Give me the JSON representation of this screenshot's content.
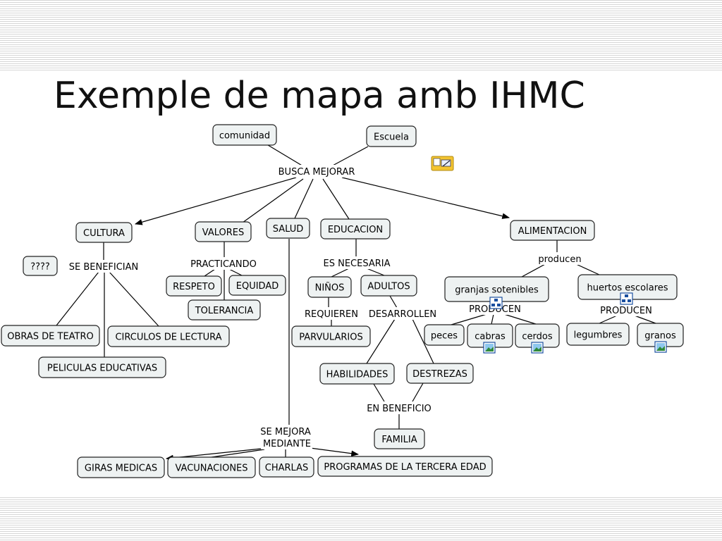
{
  "title": "Exemple de mapa amb IHMC",
  "concepts": {
    "comunidad": "comunidad",
    "escuela": "Escuela",
    "cultura": "CULTURA",
    "valores": "VALORES",
    "salud": "SALUD",
    "educacion": "EDUCACION",
    "alimentacion": "ALIMENTACION",
    "interrogacion": "????",
    "obras_teatro": "OBRAS DE TEATRO",
    "circulos_lectura": "CIRCULOS DE LECTURA",
    "peliculas_educativas": "PELICULAS EDUCATIVAS",
    "respeto": "RESPETO",
    "equidad": "EQUIDAD",
    "tolerancia": "TOLERANCIA",
    "ninos": "NIÑOS",
    "adultos": "ADULTOS",
    "parvularios": "PARVULARIOS",
    "habilidades": "HABILIDADES",
    "destrezas": "DESTREZAS",
    "familia": "FAMILIA",
    "granjas": "granjas sotenibles",
    "huertos": "huertos escolares",
    "peces": "peces",
    "cabras": "cabras",
    "cerdos": "cerdos",
    "legumbres": "legumbres",
    "granos": "granos",
    "giras": "GIRAS MEDICAS",
    "vacunaciones": "VACUNACIONES",
    "charlas": "CHARLAS",
    "programas": "PROGRAMAS DE LA TERCERA EDAD"
  },
  "links": {
    "busca_mejorar": "BUSCA MEJORAR",
    "se_benefician": "SE BENEFICIAN",
    "practicando": "PRACTICANDO",
    "es_necesaria": "ES NECESARIA",
    "requieren": "REQUIEREN",
    "desarrollen": "DESARROLLEN",
    "en_beneficio": "EN BENEFICIO",
    "producen": "producen",
    "producen_granjas": "PRODUCEN",
    "producen_huertos": "PRODUCEN",
    "se_mejora_1": "SE MEJORA",
    "se_mejora_2": "MEDIANTE"
  },
  "icons": {
    "resource": "resource-note-icon",
    "concept_map": "concept-map-icon",
    "image": "image-icon"
  }
}
